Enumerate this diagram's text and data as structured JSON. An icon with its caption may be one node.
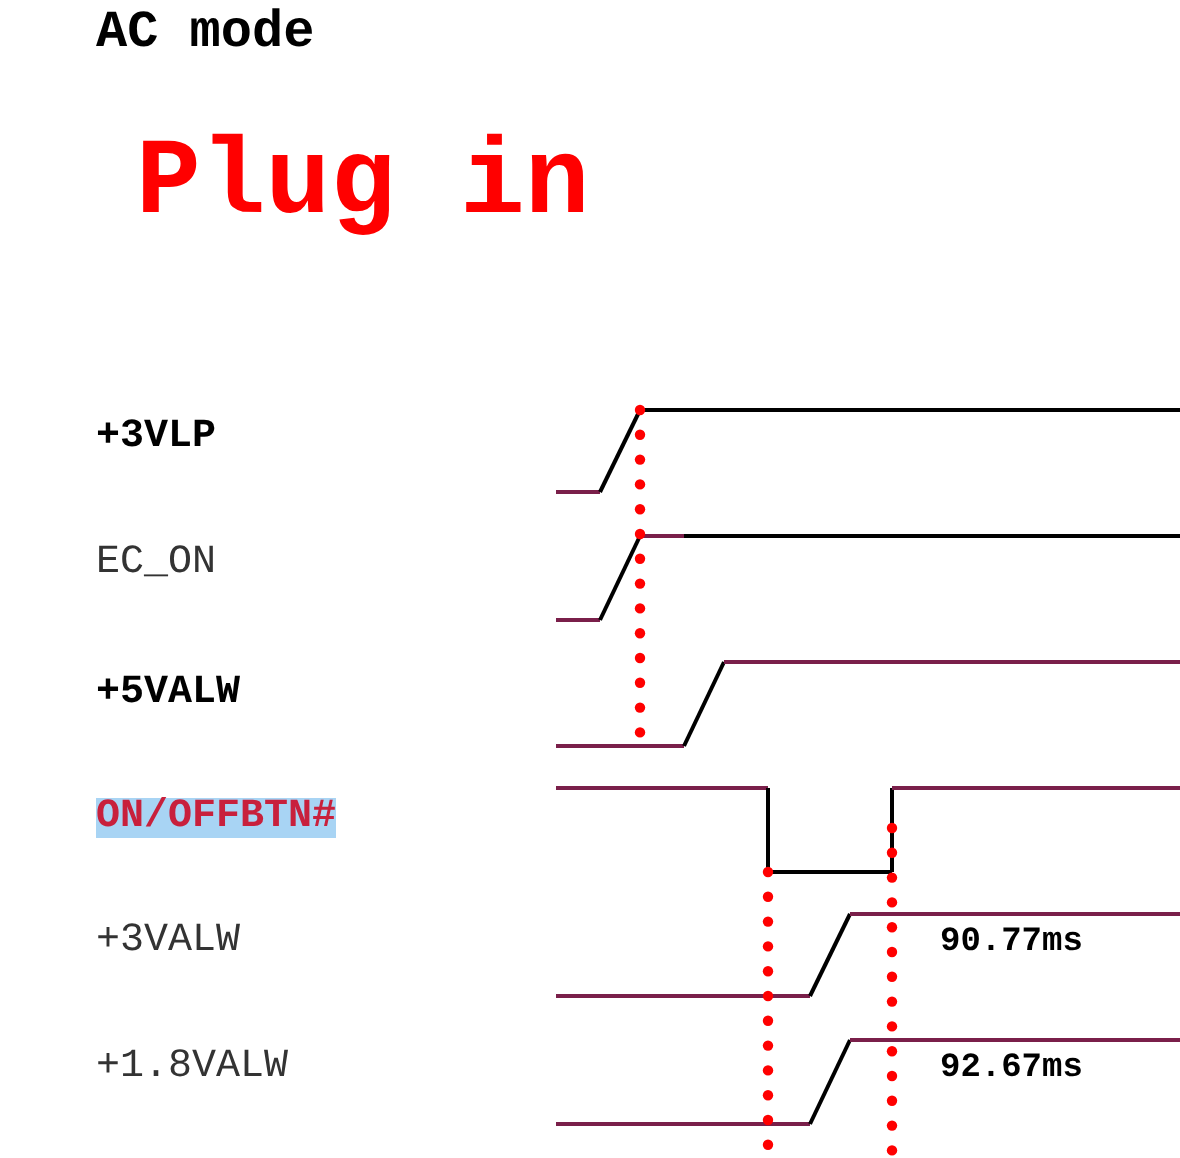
{
  "diagram": {
    "title": "AC mode",
    "labels": [
      "Plug in",
      "+3VLP",
      "EC_ON",
      "+5VALW",
      "ON/OFFBTN#",
      "+3VALW",
      "+1.8VALW",
      "90.77ms",
      "92.67ms"
    ]
  }
}
